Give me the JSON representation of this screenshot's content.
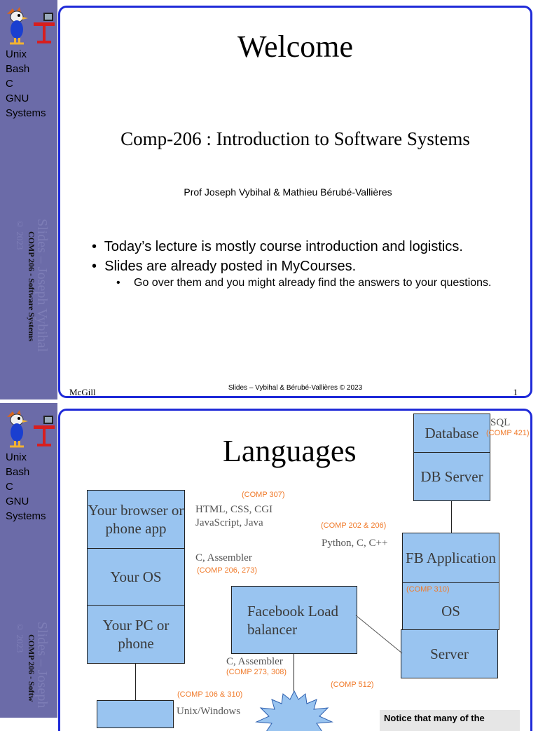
{
  "sidebar": {
    "topics": [
      "Unix",
      "Bash",
      "C",
      "GNU",
      "Systems"
    ],
    "course_vertical": "COMP 206  - Software Systems",
    "ghost_vertical": "Slides – Joseph Vybihal",
    "ghost_vertical_small": "© 2023",
    "course_vertical_cut": "COMP 206  - Softw",
    "ghost_vertical_cut": "Slides – Joseph"
  },
  "slide1": {
    "title": "Welcome",
    "subtitle": "Comp-206 : Introduction to Software Systems",
    "authors": "Prof Joseph Vybihal & Mathieu Bérubé-Vallières",
    "bullets": [
      "Today’s lecture is mostly course introduction and logistics.",
      "Slides are already posted in MyCourses."
    ],
    "sub_bullet": "Go over them and you might already find the answers to your questions.",
    "footer_left": "McGill",
    "footer_center": "Slides – Vybihal & Bérubé-Vallières © 2023",
    "page_number": "1"
  },
  "slide2": {
    "title": "Languages",
    "client_stack": {
      "browser": "Your browser or phone app",
      "os": "Your OS",
      "pc": "Your PC or phone"
    },
    "db_stack": {
      "database": "Database",
      "db_server": "DB Server"
    },
    "fb_stack": {
      "fb_app": "FB Application",
      "os": "OS",
      "server": "Server"
    },
    "load_balancer": "Facebook Load balancer",
    "labels": {
      "sql": "SQL",
      "comp421": "(COMP 421)",
      "comp307": "(COMP 307)",
      "web_langs_1": "HTML, CSS, CGI",
      "web_langs_2": "JavaScript, Java",
      "c_asm_1": "C, Assembler",
      "comp206_273": "(COMP 206, 273)",
      "comp202_206": "(COMP 202 & 206)",
      "python": "Python, C, C++",
      "comp310": "(COMP 310)",
      "c_asm_2": "C, Assembler",
      "comp273_308": "(COMP 273, 308)",
      "comp512": "(COMP 512)",
      "comp106_310": "(COMP 106 & 310)",
      "unix_windows": "Unix/Windows",
      "notice": "Notice that many of the"
    }
  },
  "colors": {
    "border": "#1f2ad8",
    "sidebar": "#6b6ba8",
    "box_fill": "#99c4f0",
    "accent_orange": "#f07a2a"
  }
}
